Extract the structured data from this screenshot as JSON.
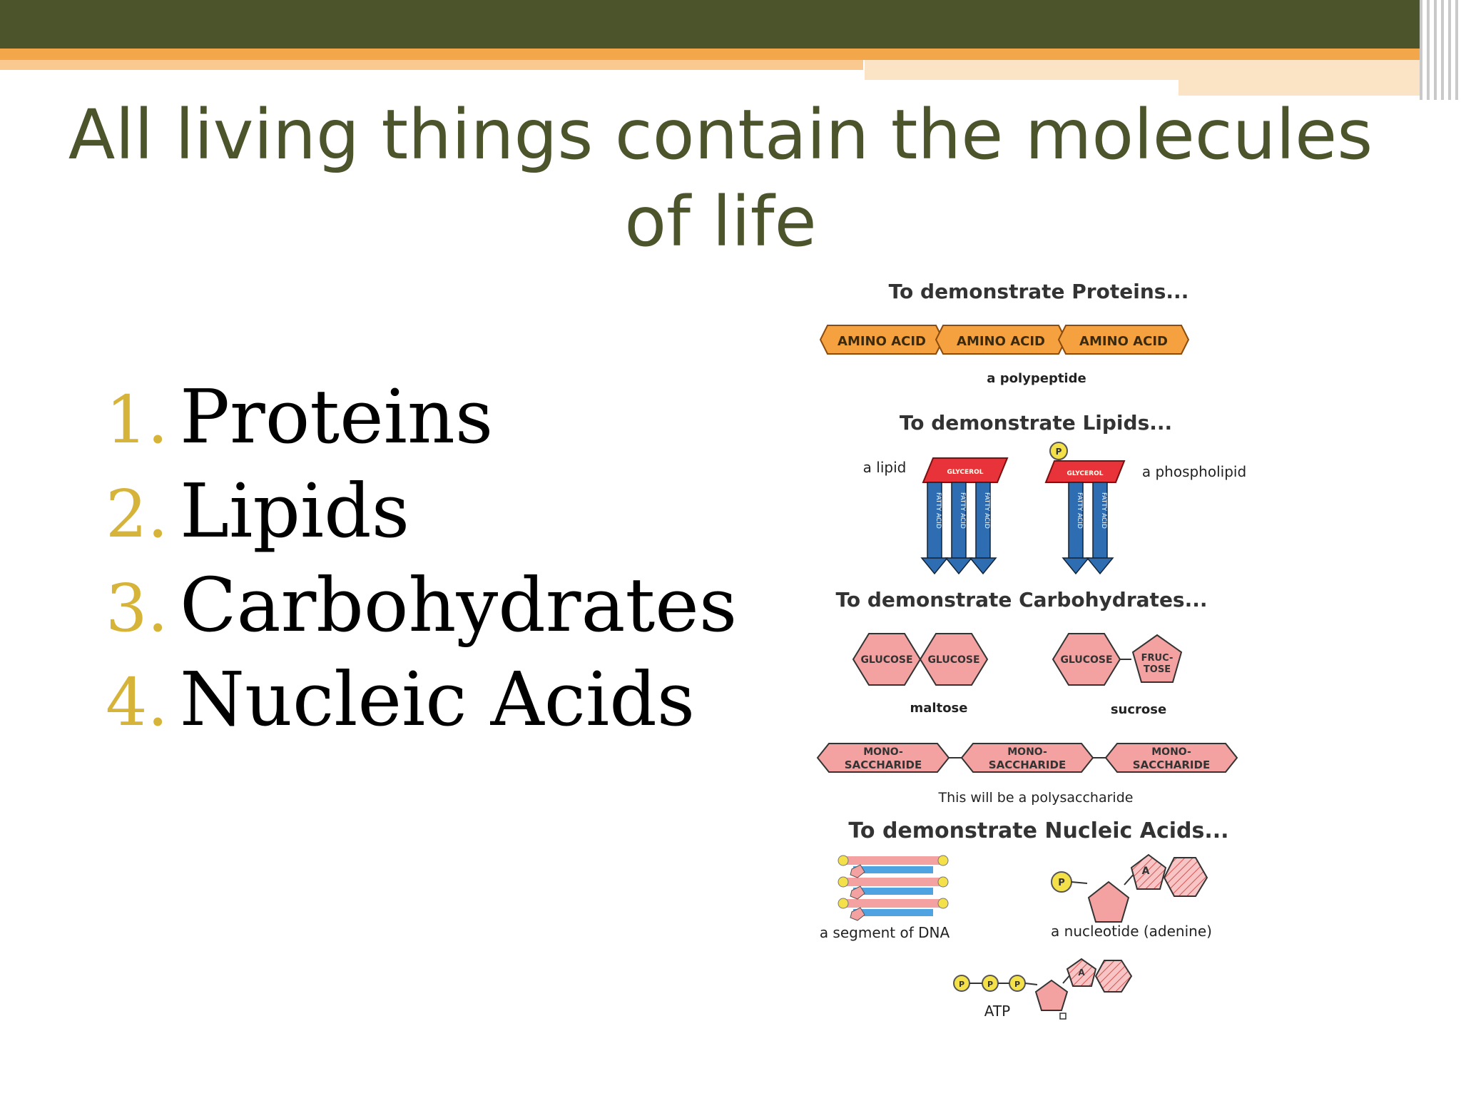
{
  "slide": {
    "title": "All living things contain the molecules of life",
    "items": [
      {
        "number": "1.",
        "label": "Proteins"
      },
      {
        "number": "2.",
        "label": "Lipids"
      },
      {
        "number": "3.",
        "label": "Carbohydrates"
      },
      {
        "number": "4.",
        "label": "Nucleic Acids"
      }
    ]
  },
  "diagram": {
    "proteins_heading": "To demonstrate Proteins...",
    "amino_acid": "AMINO ACID",
    "polypeptide": "a polypeptide",
    "lipids_heading": "To demonstrate Lipids...",
    "lipid": "a lipid",
    "phospholipid": "a phospholipid",
    "glycerol": "GLYCEROL",
    "fatty_acid": "FATTY ACID",
    "phosphate": "P",
    "carbs_heading": "To demonstrate Carbohydrates...",
    "glucose": "GLUCOSE",
    "fructose_line1": "FRUC-",
    "fructose_line2": "TOSE",
    "maltose": "maltose",
    "sucrose": "sucrose",
    "mono_line1": "MONO-",
    "mono_line2": "SACCHARIDE",
    "polysaccharide": "This will be a polysaccharide",
    "nucleic_heading": "To demonstrate Nucleic Acids...",
    "dna_segment": "a segment of DNA",
    "nucleotide": "a nucleotide (adenine)",
    "adenine": "A",
    "atp": "ATP"
  },
  "colors": {
    "title": "#4b542b",
    "number": "#d6b43a",
    "topbar": "#4b542b",
    "accent_orange": "#f4a64b",
    "amino_fill": "#f6a13f",
    "sugar_fill": "#f3a1a1",
    "glycerol_fill": "#e8333a",
    "fatty_acid_fill": "#2f6db3",
    "phosphate_fill": "#f4e14a"
  }
}
